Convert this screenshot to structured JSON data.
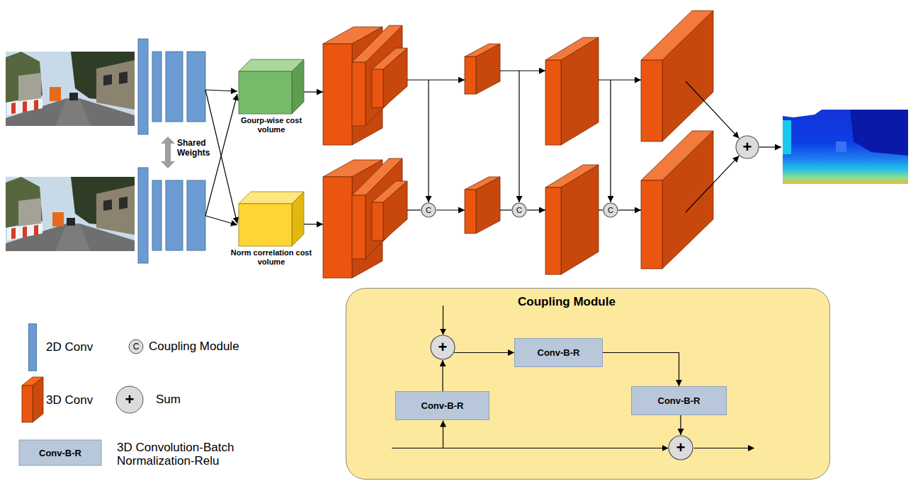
{
  "diagram": {
    "nodes": [
      {
        "text": [
          "Gourp-wise cost volume"
        ]
      },
      {
        "text": [
          "Norm correlation cost volume"
        ]
      },
      {
        "text": [
          "C"
        ]
      },
      {
        "text": [
          "C"
        ]
      },
      {
        "text": [
          "C"
        ]
      },
      {
        "text": [
          "+"
        ]
      },
      {
        "text": [
          "Coupling Module"
        ]
      },
      {
        "text": [
          "+"
        ],
        "in": 6
      },
      {
        "text": [
          "Conv-B-R"
        ],
        "in": 6
      },
      {
        "text": [
          "Conv-B-R"
        ],
        "in": 6
      },
      {
        "text": [
          "Conv-B-R"
        ],
        "in": 6
      },
      {
        "text": [
          "+"
        ],
        "in": 6
      }
    ],
    "edges": [
      {
        "from": 7,
        "to": 8,
        "arrow": "to"
      },
      {
        "from": 8,
        "to": 10,
        "arrow": "to"
      },
      {
        "from": 10,
        "to": 11,
        "arrow": "to"
      },
      {
        "from": 9,
        "to": 7,
        "arrow": "to"
      }
    ],
    "labels": [
      "Shared Weights",
      "C",
      "+",
      "Conv-B-R"
    ],
    "legend": [
      {
        "text": "2D Conv",
        "color": "#6c9bd2"
      },
      {
        "text": "Coupling Module"
      },
      {
        "text": "3D Conv",
        "color": "#ea5510"
      },
      {
        "text": "Sum"
      },
      {
        "text": "3D Convolution-Batch Normalization-Relu"
      }
    ]
  }
}
